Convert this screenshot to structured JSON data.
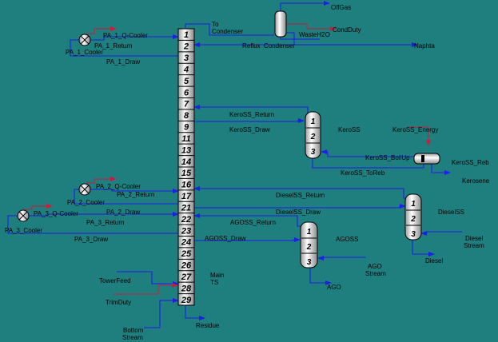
{
  "main_column": {
    "stages": [
      "1",
      "2",
      "3",
      "4",
      "5",
      "6",
      "7",
      "8",
      "9",
      "11",
      "13",
      "14",
      "15",
      "16",
      "17",
      "21",
      "22",
      "23",
      "24",
      "25",
      "26",
      "27",
      "28",
      "29"
    ],
    "name_line1": "Main",
    "name_line2": "TS"
  },
  "streams": {
    "offgas": "OffGas",
    "to_condenser_1": "To",
    "to_condenser_2": "Condenser",
    "wasteh2o": "WasteH2O",
    "condduty": "CondDuty",
    "reflux": "Reflux",
    "condenser": "Condenser",
    "naphta": "Naphta",
    "pa1_qcooler": "PA_1_Q-Cooler",
    "pa1_return": "PA_1_Return",
    "pa1_cooler": "PA_1_Cooler",
    "pa1_draw": "PA_1_Draw",
    "keross_return": "KeroSS_Return",
    "keross_draw": "KeroSS_Draw",
    "keross": "KeroSS",
    "keross_energy": "KeroSS_Energy",
    "keross_boilup": "KeroSS_BoilUp",
    "keross_reb": "KeroSS_Reb",
    "keross_toreb": "KeroSS_ToReb",
    "kerosene": "Kerosene",
    "pa2_qcooler": "PA_2_Q-Cooler",
    "pa2_cooler": "PA_2_Cooler",
    "pa2_return": "PA_2_Return",
    "pa2_draw": "PA_2_Draw",
    "pa3_qcooler": "PA_3_Q-Cooler",
    "pa3_cooler": "PA_3_Cooler",
    "pa3_return": "PA_3_Return",
    "pa3_draw": "PA_3_Draw",
    "dieselss_return": "DieselSS_Return",
    "dieselss_draw": "DieselSS_Draw",
    "dieselss": "DieselSS",
    "agoss_return": "AGOSS_Return",
    "agoss_draw": "AGOSS_Draw",
    "agoss": "AGOSS",
    "diesel_stream_1": "Diesel",
    "diesel_stream_2": "Stream",
    "diesel": "Diesel",
    "ago_stream_1": "AGO",
    "ago_stream_2": "Stream",
    "ago": "AGO",
    "towerfeed": "TowerFeed",
    "trimduty": "TrimDuty",
    "bottom_stream_1": "Bottom",
    "bottom_stream_2": "Stream",
    "residue": "Residue"
  },
  "strippers": {
    "keross_stages": [
      "1",
      "2",
      "3"
    ],
    "dieselss_stages": [
      "1",
      "2",
      "3"
    ],
    "agoss_stages": [
      "1",
      "2",
      "3"
    ]
  },
  "colors": {
    "background": "#1f7f7f",
    "material_stream": "#1e1ee6",
    "energy_stream": "#c81e3c",
    "vessel": "#ffffff"
  }
}
